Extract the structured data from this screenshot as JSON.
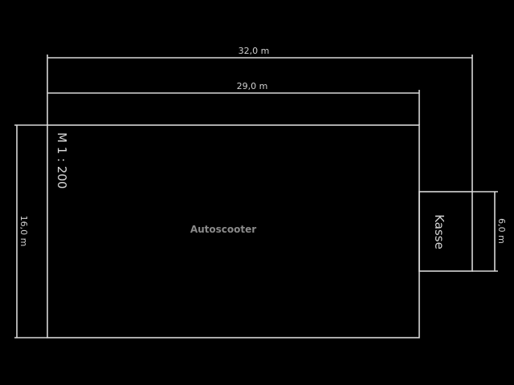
{
  "drawing": {
    "background": "#000000",
    "line_color": "#d8d8d8",
    "scale_label": "M 1 : 200",
    "main_area_label": "Autoscooter",
    "booth_label": "Kasse",
    "dimensions": {
      "total_width": "32,0  m",
      "main_width": "29,0 m",
      "main_depth": "16,0 m",
      "booth_depth": "6,0 m"
    }
  }
}
